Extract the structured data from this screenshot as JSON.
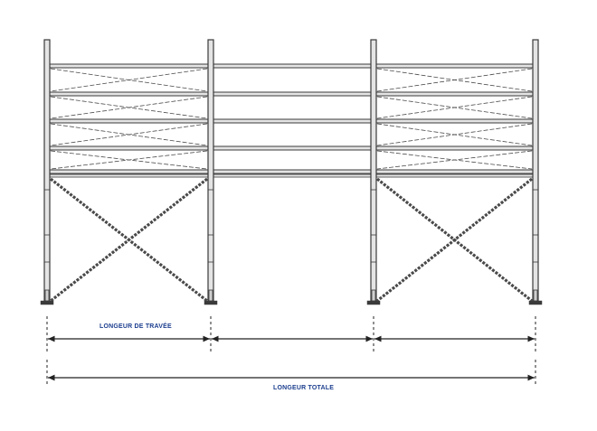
{
  "labels": {
    "bay_length": "LONGEUR DE TRAVÉE",
    "total_length": "LONGEUR TOTALE"
  },
  "colors": {
    "structure": "#3a3a3a",
    "tube_fill": "#e4e4e4",
    "brace": "#4a4a4a",
    "dimension": "#222222",
    "label": "#1d3f8f"
  },
  "structure": {
    "bays": 3,
    "posts": 4,
    "braced_bays": [
      0,
      2
    ],
    "upper_ledgers": 5
  }
}
